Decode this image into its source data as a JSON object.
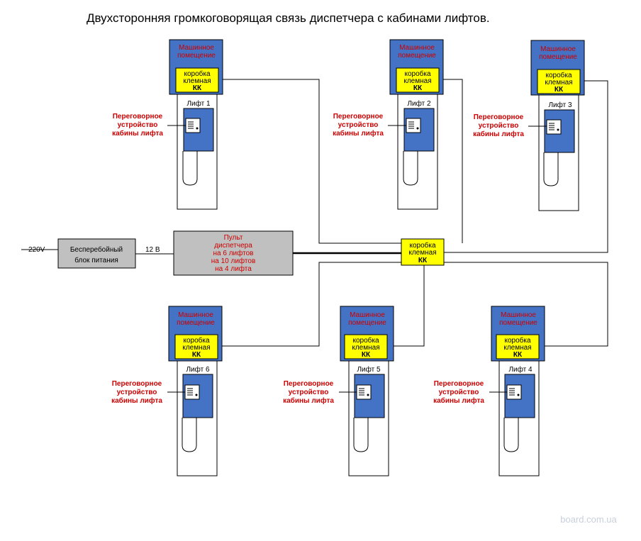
{
  "title": "Двухсторонняя громкоговорящая связь диспетчера с кабинами лифтов.",
  "machine_room": [
    "Машинное",
    "помещение"
  ],
  "terminal_box": [
    "коробка",
    "клемная",
    "КК"
  ],
  "intercom_label": [
    "Переговорное",
    "устройство",
    "кабины лифта"
  ],
  "lifts": [
    {
      "label": "Лифт 1"
    },
    {
      "label": "Лифт 2"
    },
    {
      "label": "Лифт 3"
    },
    {
      "label": "Лифт 4"
    },
    {
      "label": "Лифт 5"
    },
    {
      "label": "Лифт 6"
    }
  ],
  "power": {
    "input": "220V",
    "ups": [
      "Бесперебойный",
      "блок питания"
    ],
    "output": "12 В"
  },
  "console": [
    "Пульт",
    "диспетчера",
    "на 6 лифтов",
    "на 10 лифтов",
    "на 4 лифта"
  ],
  "watermark": "board.com.ua",
  "colors": {
    "blue": "#4472c4",
    "yellow": "#ffff00",
    "red": "#cc0000",
    "gray": "#c0c0c0"
  }
}
